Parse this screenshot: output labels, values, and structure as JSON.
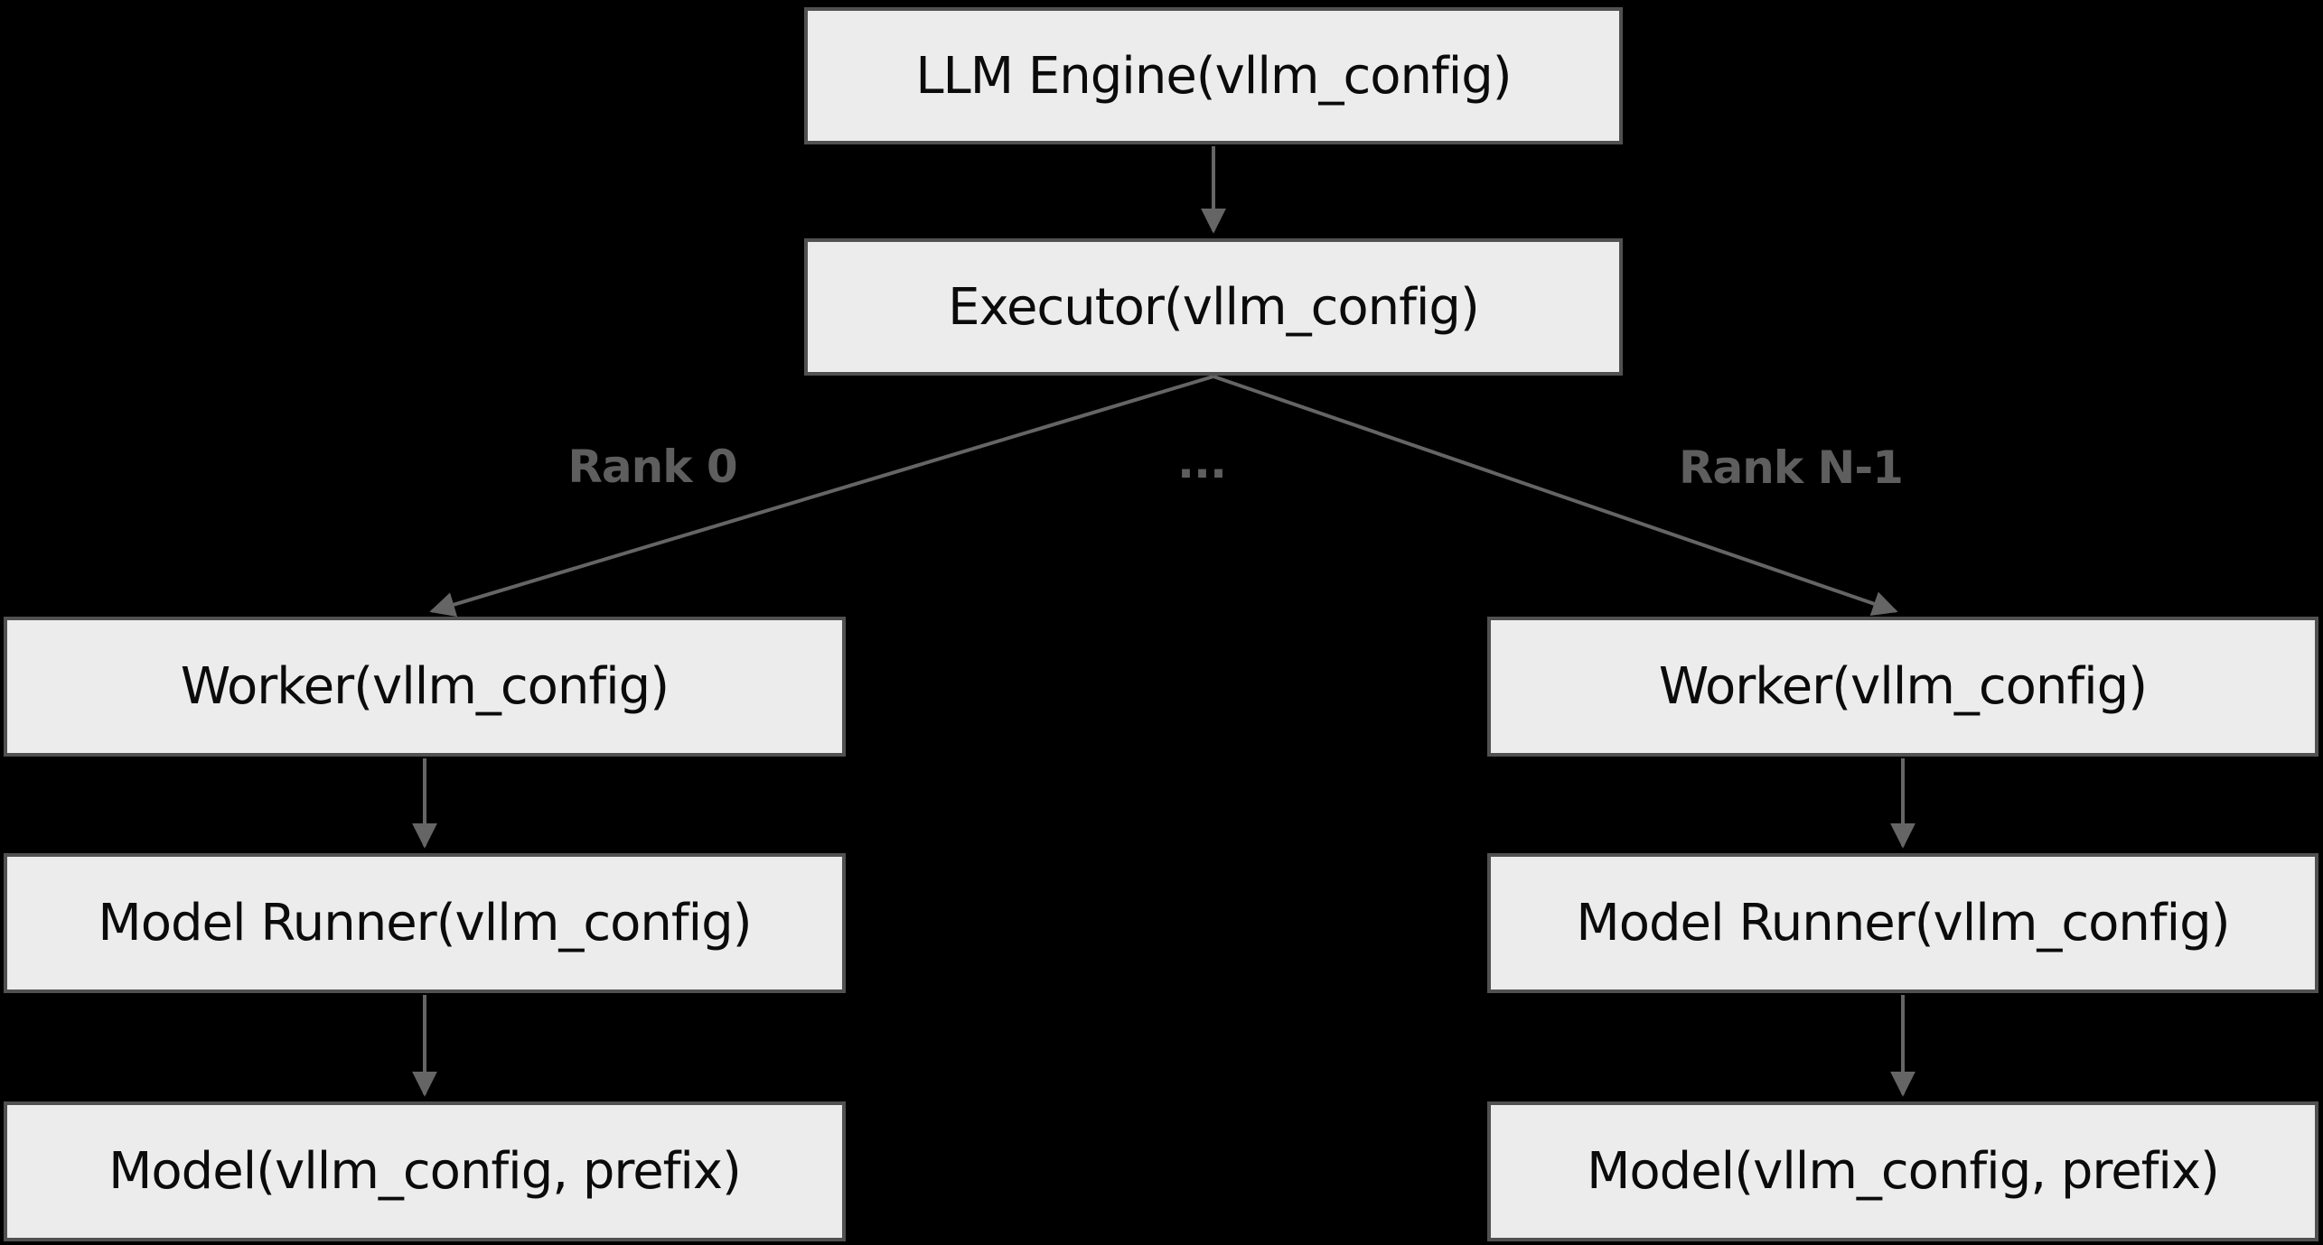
{
  "diagram": {
    "colors": {
      "background": "#000000",
      "node_fill": "#ececec",
      "node_border": "#515151",
      "node_text": "#0b0b0b",
      "edge": "#656565",
      "edge_label_text": "#5e5e5e"
    },
    "nodes": {
      "llm_engine": {
        "label": "LLM Engine(vllm_config)"
      },
      "executor": {
        "label": "Executor(vllm_config)"
      },
      "worker_left": {
        "label": "Worker(vllm_config)"
      },
      "model_runner_left": {
        "label": "Model Runner(vllm_config)"
      },
      "model_left": {
        "label": "Model(vllm_config, prefix)"
      },
      "worker_right": {
        "label": "Worker(vllm_config)"
      },
      "model_runner_right": {
        "label": "Model Runner(vllm_config)"
      },
      "model_right": {
        "label": "Model(vllm_config, prefix)"
      }
    },
    "edge_labels": {
      "rank_0": "Rank 0",
      "ellipsis": "...",
      "rank_n_minus_1": "Rank N-1"
    }
  }
}
